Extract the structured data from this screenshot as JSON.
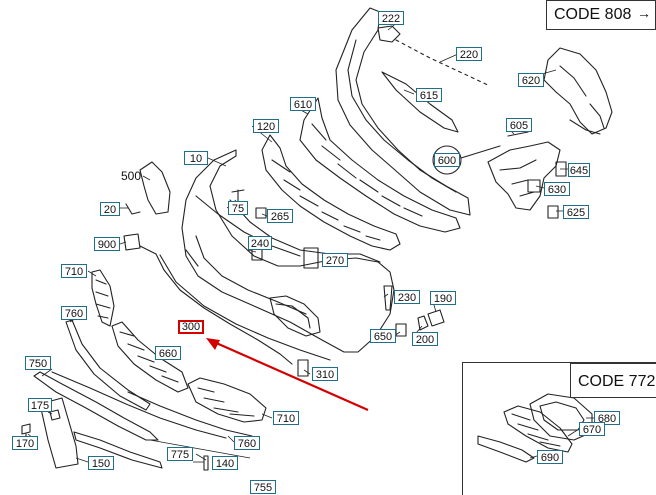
{
  "code_boxes": {
    "top_right": "CODE 808",
    "top_right_arrow": "→",
    "inset": "CODE 772"
  },
  "parts": {
    "p222": "222",
    "p220": "220",
    "p620": "620",
    "p615": "615",
    "p610": "610",
    "p605": "605",
    "p600": "600",
    "p645": "645",
    "p630": "630",
    "p625": "625",
    "p120": "120",
    "p10": "10",
    "p500": "500",
    "p20": "20",
    "p75": "75",
    "p265": "265",
    "p240": "240",
    "p270": "270",
    "p900": "900",
    "p710a": "710",
    "p230": "230",
    "p190": "190",
    "p760a": "760",
    "p300": "300",
    "p650": "650",
    "p200": "200",
    "p660": "660",
    "p750": "750",
    "p310": "310",
    "p175": "175",
    "p710b": "710",
    "p760b": "760",
    "p170": "170",
    "p775": "775",
    "p140": "140",
    "p150": "150",
    "p755": "755",
    "p680": "680",
    "p670": "670",
    "p690": "690"
  },
  "colors": {
    "label_border": "#1d6f8a",
    "highlight": "#d40000",
    "lines": "#222222"
  }
}
